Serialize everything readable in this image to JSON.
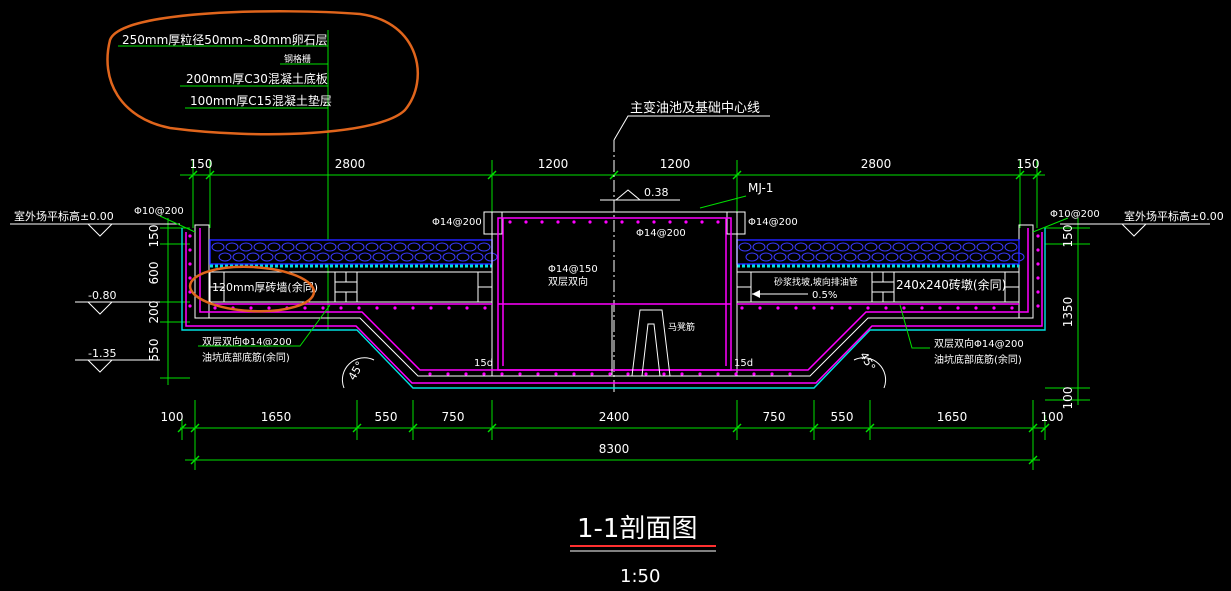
{
  "layer_notes": {
    "gravel": "250mm厚粒径50mm~80mm卵石层",
    "mesh": "钢格栅",
    "c30": "200mm厚C30混凝土底板",
    "c15": "100mm厚C15混凝土垫层"
  },
  "centerline_label": "主变油池及基础中心线",
  "top_dims": [
    "150",
    "2800",
    "1200",
    "1200",
    "2800",
    "150"
  ],
  "bottom_dims": [
    "100",
    "1650",
    "550",
    "750",
    "2400",
    "750",
    "550",
    "1650",
    "100"
  ],
  "overall_dim": "8300",
  "left_vert_dims": [
    "150",
    "600",
    "200",
    "550"
  ],
  "right_vert_dims": [
    "150",
    "1350",
    "100"
  ],
  "elevations": {
    "outdoor_left": "室外场平标高±0.00",
    "outdoor_right": "室外场平标高±0.00",
    "minus_080": "-0.80",
    "minus_135": "-1.35",
    "top_038": "0.38"
  },
  "rebar": {
    "left_top": "Φ10@200",
    "right_top": "Φ10@200",
    "ped_left": "Φ14@200",
    "ped_right": "Φ14@200",
    "ped_center": "Φ14@200",
    "mid": "Φ14@150",
    "mid_sub": "双层双向",
    "bottom_left_1": "双层双向Φ14@200",
    "bottom_left_2": "油坑底部底筋(余同)",
    "bottom_right_1": "双层双向Φ14@200",
    "bottom_right_2": "油坑底部底筋(余同)"
  },
  "mj_label": "MJ-1",
  "wall_left": "120mm厚砖墙(余同)",
  "wall_right": "240x240砖墩(余同)",
  "drain_note_1": "砂浆找坡,坡向排油管",
  "drain_note_2": "0.5%",
  "support_label": "马凳筋",
  "anchor_left": "15d",
  "anchor_right": "15d",
  "angle_left": "45°",
  "angle_right": "45°",
  "title": "1-1剖面图",
  "scale": "1:50",
  "colors": {
    "background": "#000000",
    "dim_green": "#00e000",
    "outline_white": "#ffffff",
    "concrete_cyan": "#00e0e0",
    "rebar_magenta": "#ff00ff",
    "gravel_blue": "#2020ff",
    "annotation_orange": "#e0651c",
    "title_white": "#ffffff"
  }
}
